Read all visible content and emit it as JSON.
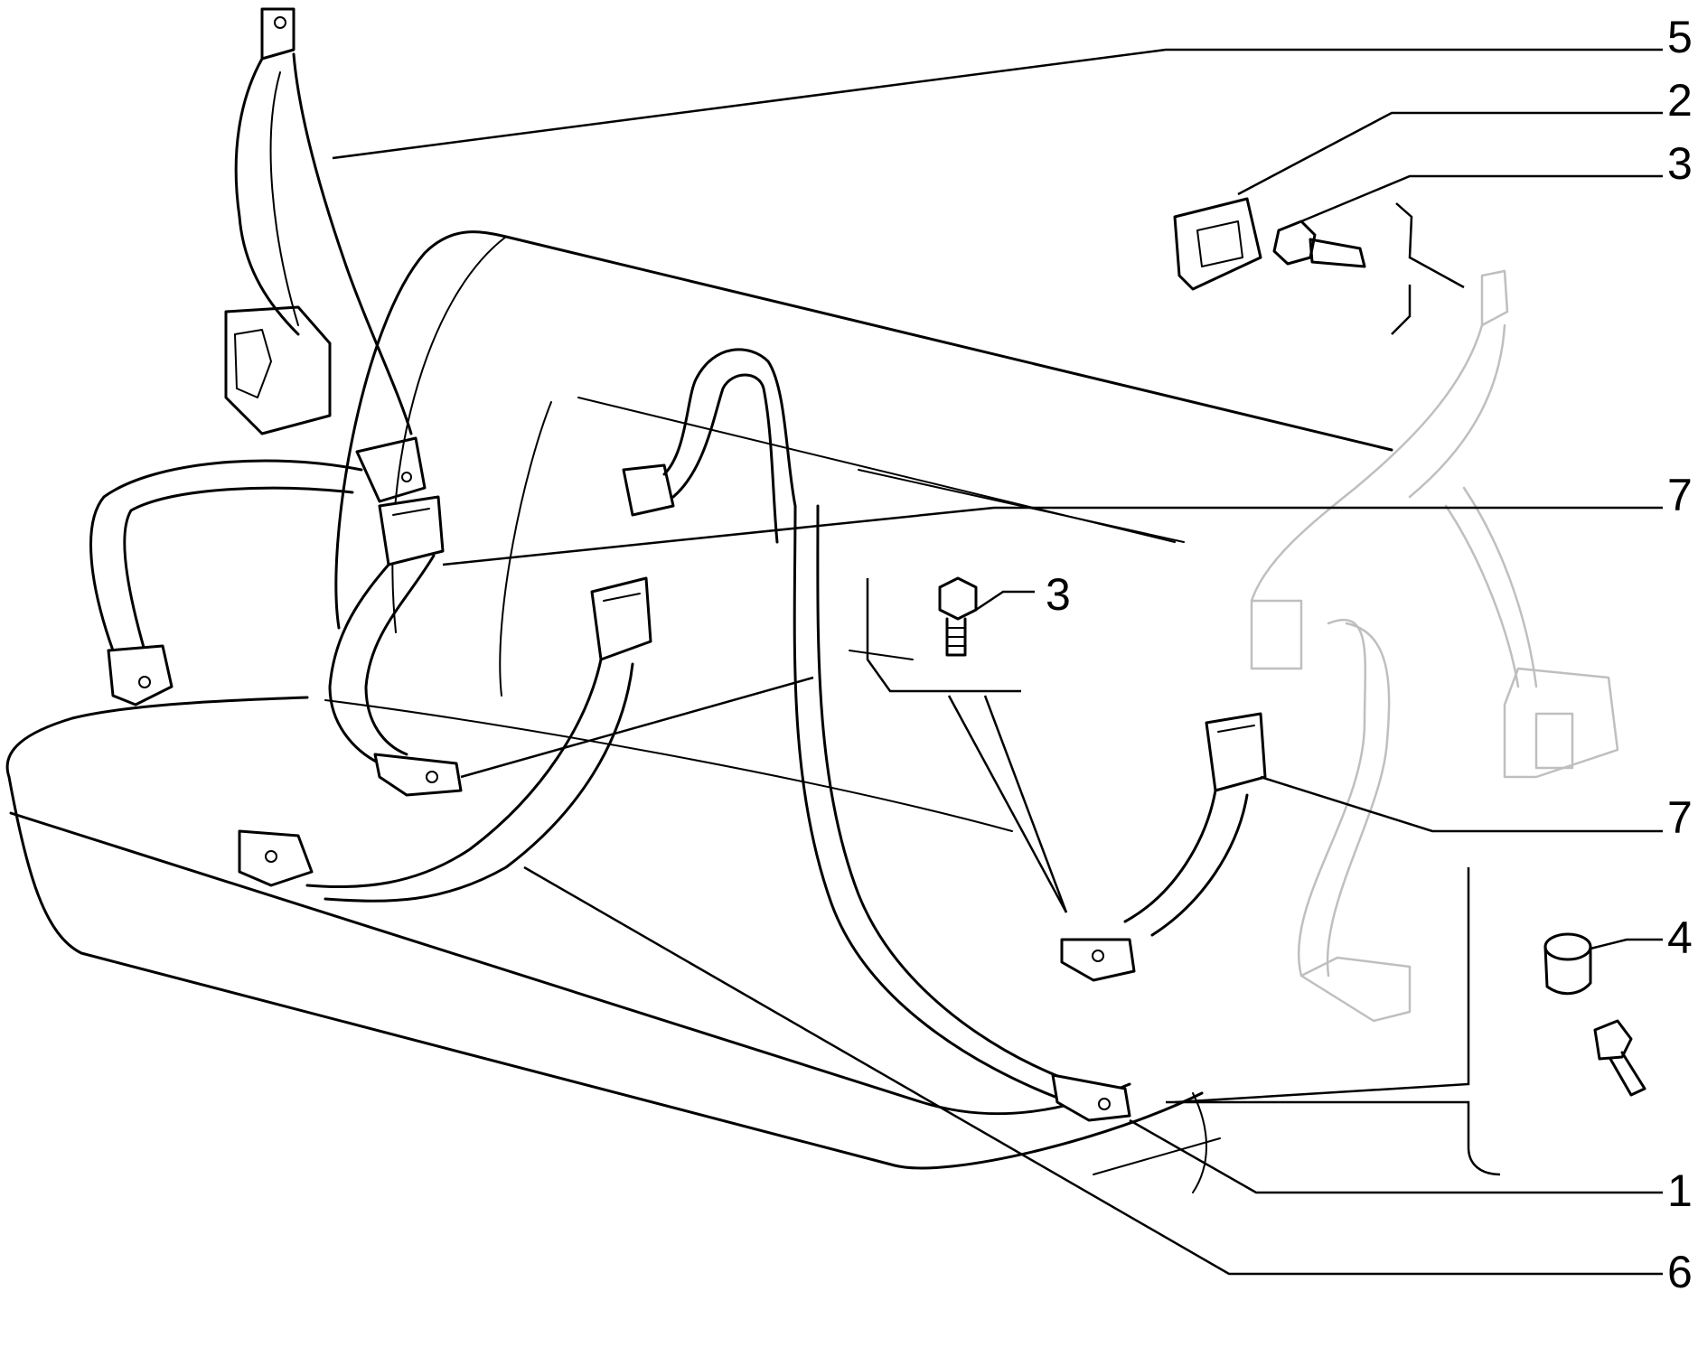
{
  "callouts": [
    {
      "id": "c5",
      "label": "5"
    },
    {
      "id": "c2",
      "label": "2"
    },
    {
      "id": "c3a",
      "label": "3"
    },
    {
      "id": "c7a",
      "label": "7"
    },
    {
      "id": "c3b",
      "label": "3"
    },
    {
      "id": "c7b",
      "label": "7"
    },
    {
      "id": "c4",
      "label": "4"
    },
    {
      "id": "c1",
      "label": "1"
    },
    {
      "id": "c6",
      "label": "6"
    }
  ],
  "colors": {
    "ink": "#000000",
    "ghost": "#bfbfbf",
    "background": "#ffffff"
  }
}
